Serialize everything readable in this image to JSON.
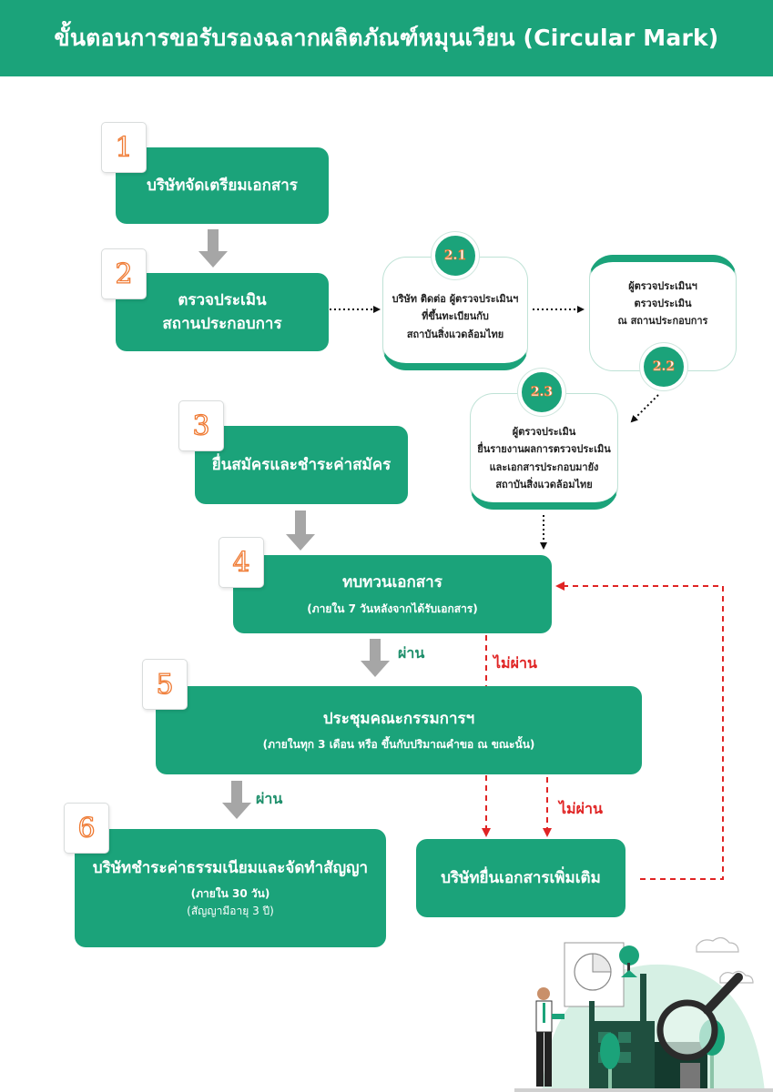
{
  "header": {
    "title": "ขั้นตอนการขอรับรองฉลากผลิตภัณฑ์หมุนเวียน (Circular Mark)"
  },
  "steps": {
    "s1": {
      "number": "1",
      "title": "บริษัทจัดเตรียมเอกสาร"
    },
    "s2": {
      "number": "2",
      "line1": "ตรวจประเมิน",
      "line2": "สถานประกอบการ"
    },
    "s3": {
      "number": "3",
      "title": "ยื่นสมัครและชำระค่าสมัคร"
    },
    "s4": {
      "number": "4",
      "title": "ทบทวนเอกสาร",
      "sub": "(ภายใน 7 วันหลังจากได้รับเอกสาร)"
    },
    "s5": {
      "number": "5",
      "title": "ประชุมคณะกรรมการฯ",
      "sub": "(ภายในทุก 3 เดือน หรือ ขึ้นกับปริมาณคำขอ ณ ขณะนั้น)"
    },
    "s6": {
      "number": "6",
      "title": "บริษัทชำระค่าธรรมเนียมและจัดทำสัญญา",
      "sub": "(ภายใน 30 วัน)",
      "sub2": "(สัญญามีอายุ 3 ปี)"
    },
    "extra": {
      "title": "บริษัทยื่นเอกสารเพิ่มเติม"
    }
  },
  "substeps": {
    "a": {
      "number": "2.1",
      "line1": "บริษัท ติดต่อ ผู้ตรวจประเมินฯ",
      "line2": "ที่ขึ้นทะเบียนกับ",
      "line3": "สถาบันสิ่งแวดล้อมไทย"
    },
    "b": {
      "number": "2.2",
      "line1": "ผู้ตรวจประเมินฯ",
      "line2": "ตรวจประเมิน",
      "line3": "ณ สถานประกอบการ"
    },
    "c": {
      "number": "2.3",
      "line1": "ผู้ตรวจประเมิน",
      "line2": "ยื่นรายงานผลการตรวจประเมิน",
      "line3": "และเอกสารประกอบมายัง",
      "line4": "สถาบันสิ่งแวดล้อมไทย"
    }
  },
  "labels": {
    "pass": "ผ่าน",
    "fail": "ไม่ผ่าน"
  },
  "colors": {
    "primary": "#1ba37a",
    "number_outline": "#ef7a33",
    "fail": "#e02424",
    "arrow": "#a6a6a6"
  }
}
